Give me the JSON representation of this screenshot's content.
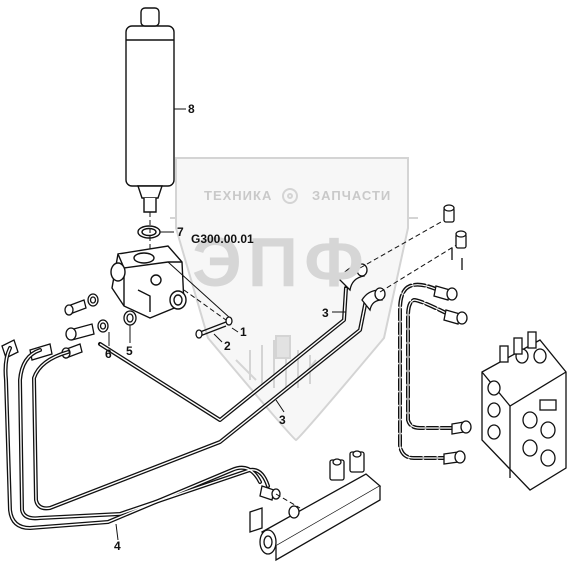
{
  "assembly_code": "G300.00.01",
  "watermark": {
    "word_left": "ТЕХНИКА",
    "word_right": "ЗАПЧАСТИ",
    "logo_text": "ЭПФ"
  },
  "callouts": {
    "c1": "1",
    "c2": "2",
    "c3a": "3",
    "c3b": "3",
    "c4": "4",
    "c5": "5",
    "c6": "6",
    "c7": "7",
    "c8": "8"
  },
  "colors": {
    "line": "#111111",
    "watermark": "#d0d0d0"
  }
}
